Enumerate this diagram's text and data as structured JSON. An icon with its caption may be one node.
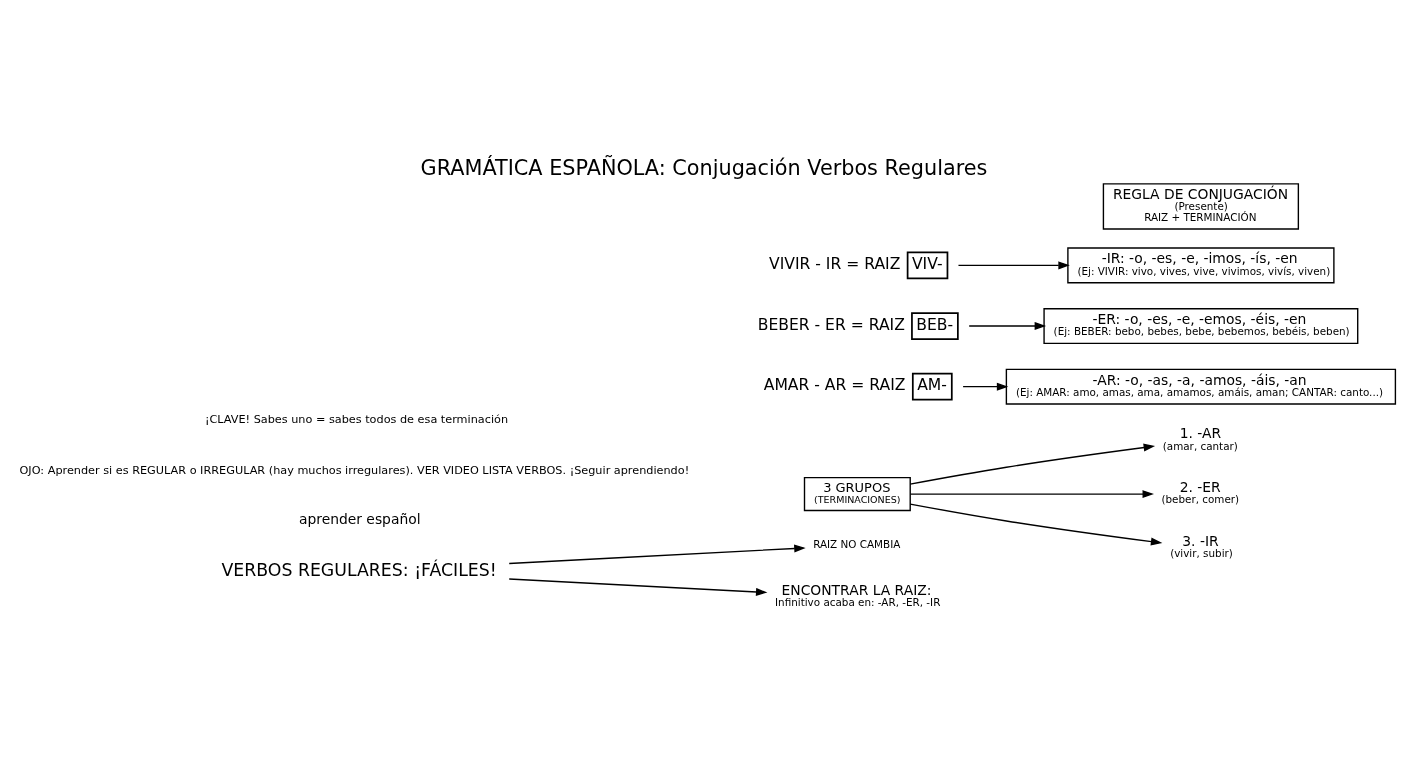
{
  "diagram": {
    "title": "GRAMÁTICA ESPAÑOLA: Conjugación Verbos Regulares",
    "nodes": [
      {
        "text": [
          "VERBOS REGULARES: ¡FÁCILES!"
        ]
      },
      {
        "text": [
          "RAIZ NO CAMBIA"
        ]
      },
      {
        "text": [
          "ENCONTRAR LA RAIZ:",
          "Infinitivo acaba en: -AR, -ER, -IR"
        ]
      },
      {
        "text": [
          "3 GRUPOS",
          "(TERMINACIONES)"
        ]
      },
      {
        "text": [
          "1. -AR",
          "(amar, cantar)"
        ]
      },
      {
        "text": [
          "2. -ER",
          "(beber, comer)"
        ]
      },
      {
        "text": [
          "3. -IR",
          "(vivir, subir)"
        ]
      },
      {
        "text": [
          "AM-"
        ],
        "beside": [
          "AMAR - AR = RAIZ"
        ]
      },
      {
        "text": [
          "BEB-"
        ],
        "beside": [
          "BEBER - ER = RAIZ"
        ]
      },
      {
        "text": [
          "VIV-"
        ],
        "beside": [
          "VIVIR - IR = RAIZ"
        ]
      },
      {
        "text": [
          "-AR: -o, -as, -a, -amos, -áis, -an",
          "(Ej: AMAR: amo, amas, ama, amamos, amáis, aman; CANTAR: canto...)"
        ]
      },
      {
        "text": [
          "-ER: -o, -es, -e, -emos, -éis, -en",
          "(Ej: BEBER: bebo, bebes, bebe, bebemos, bebéis, beben)"
        ]
      },
      {
        "text": [
          "-IR: -o, -es, -e, -imos, -ís, -en",
          "(Ej: VIVIR: vivo, vives, vive, vivimos, vivís, viven)"
        ]
      },
      {
        "text": [
          "REGLA DE CONJUGACIÓN",
          "(Presente)",
          "RAIZ + TERMINACIÓN"
        ]
      }
    ],
    "edges": [
      {
        "from": 0,
        "to": 1,
        "arrow": "to"
      },
      {
        "from": 0,
        "to": 2,
        "arrow": "to"
      },
      {
        "from": 3,
        "to": 4,
        "arrow": "to"
      },
      {
        "from": 3,
        "to": 5,
        "arrow": "to"
      },
      {
        "from": 3,
        "to": 6,
        "arrow": "to"
      },
      {
        "from": 7,
        "to": 10,
        "arrow": "to"
      },
      {
        "from": 8,
        "to": 11,
        "arrow": "to"
      },
      {
        "from": 9,
        "to": 12,
        "arrow": "to"
      }
    ],
    "labels": [
      "aprender español",
      "¡CLAVE! Sabes uno = sabes todos de esa terminación",
      "OJO: Aprender si es REGULAR o IRREGULAR (hay muchos irregulares). VER VIDEO LISTA VERBOS. ¡Seguir aprendiendo!"
    ]
  }
}
